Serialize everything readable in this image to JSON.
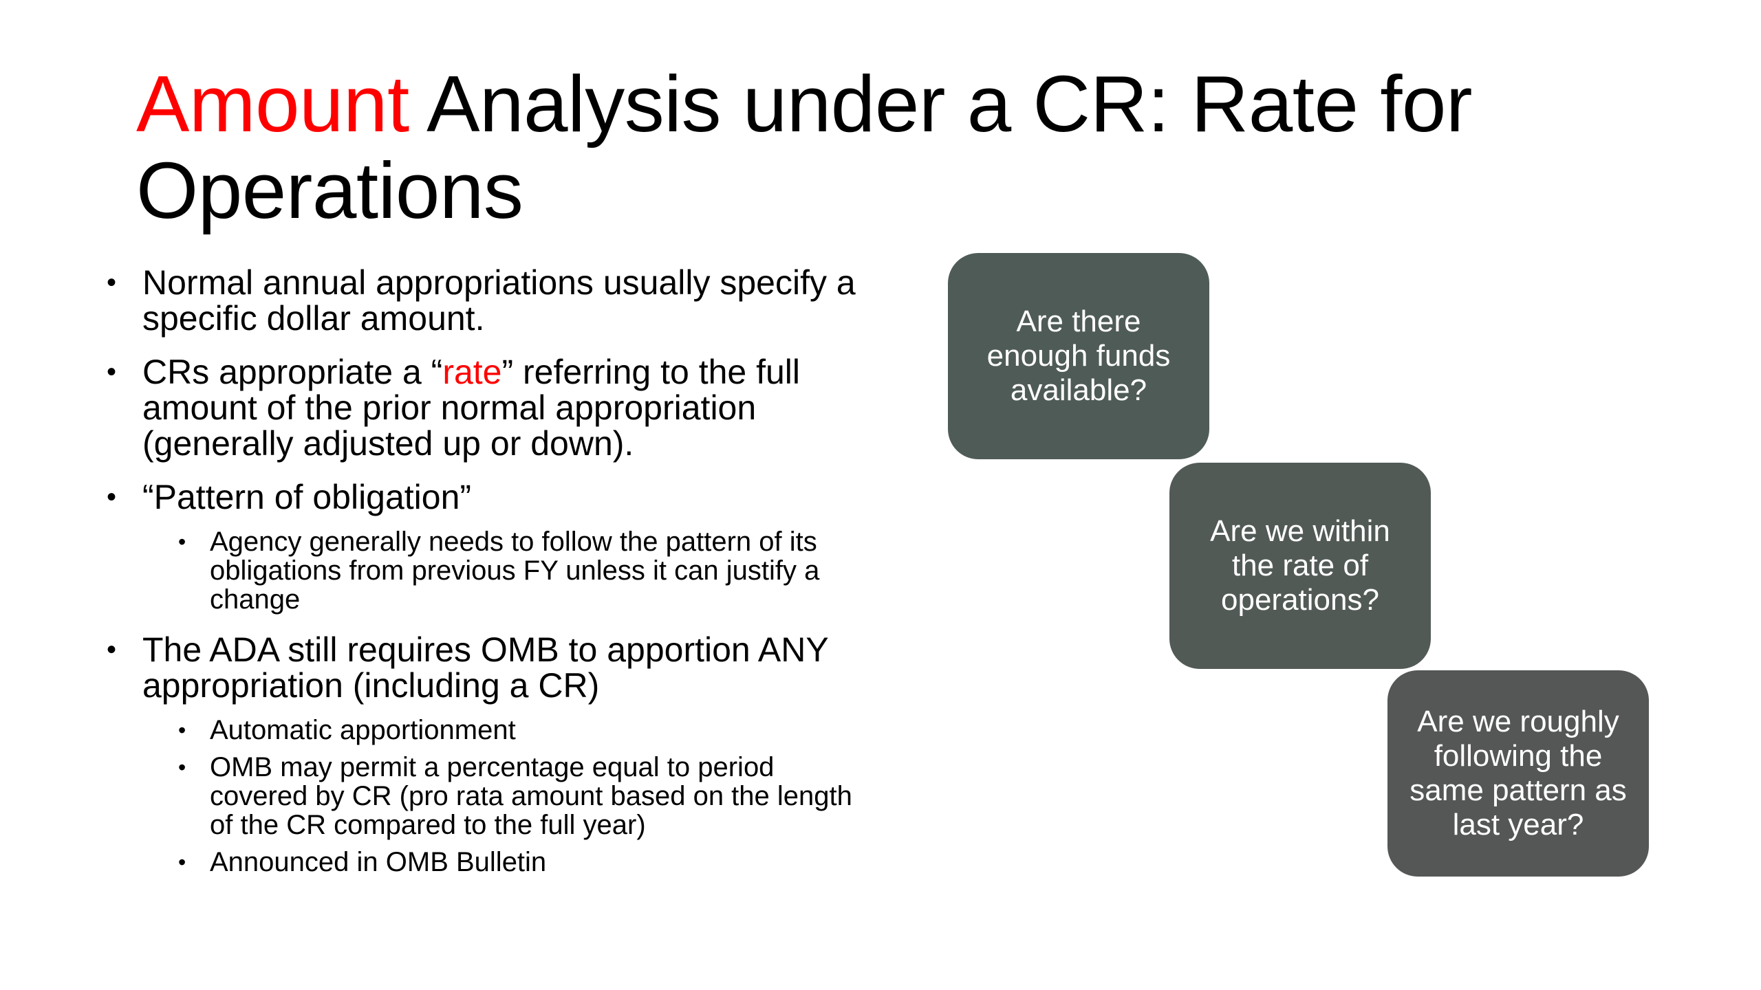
{
  "title": {
    "accent_word": "Amount",
    "rest": " Analysis under a CR: Rate for Operations"
  },
  "bullets": {
    "b1": "Normal annual appropriations usually specify a specific dollar amount.",
    "b2_pre": " CRs appropriate a “",
    "b2_accent": "rate",
    "b2_post": "” referring to the full amount of the prior normal appropriation (generally adjusted up or down).",
    "b3": "“Pattern of obligation”",
    "b3_sub": [
      "Agency generally needs to follow the pattern of its obligations from previous FY unless it can justify a change"
    ],
    "b4": "The ADA still requires OMB to apportion ANY appropriation (including a CR)",
    "b4_sub": [
      "Automatic apportionment",
      "OMB may permit a percentage equal to period covered by CR (pro rata amount based on the length of the CR compared to the full year)",
      "Announced in OMB Bulletin"
    ]
  },
  "questions": [
    "Are there enough funds available?",
    "Are we within the rate of operations?",
    "Are we roughly following the same pattern as last year?"
  ],
  "colors": {
    "accent": "#ff0000",
    "box1": "#4f5b57",
    "box2": "#525a56",
    "box3": "#555656"
  }
}
